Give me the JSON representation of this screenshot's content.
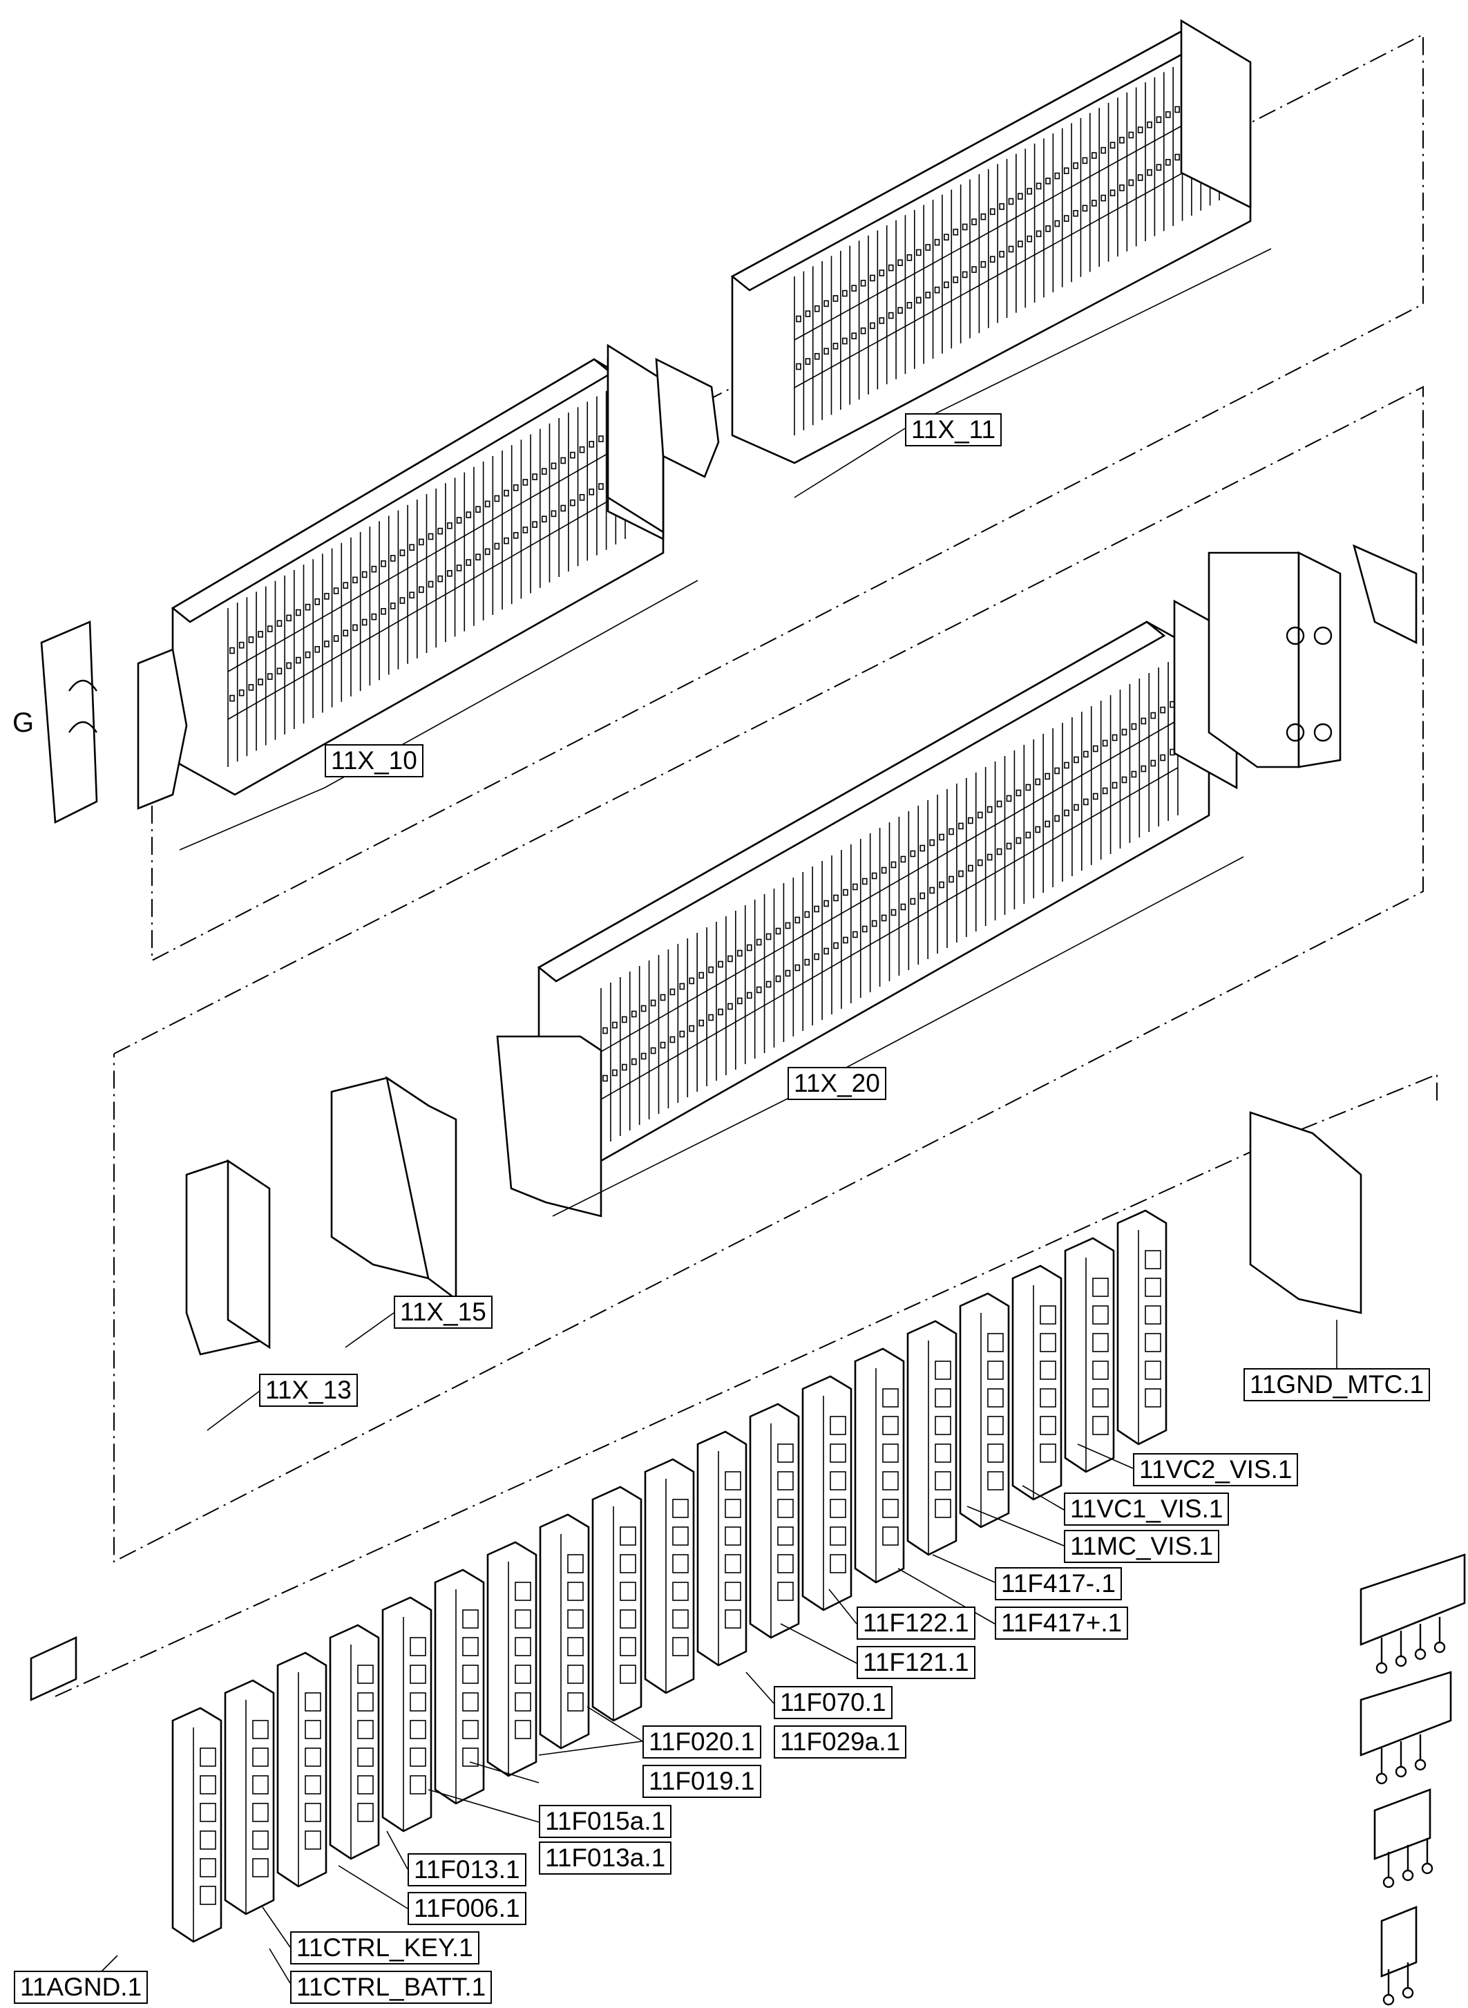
{
  "diagram": {
    "section_letter": "G",
    "labels": {
      "x11": "11X_11",
      "x10": "11X_10",
      "x20": "11X_20",
      "x15": "11X_15",
      "x13": "11X_13",
      "gnd_mtc": "11GND_MTC.1",
      "vc2_vis": "11VC2_VIS.1",
      "vc1_vis": "11VC1_VIS.1",
      "mc_vis": "11MC_VIS.1",
      "f417_minus": "11F417-.1",
      "f417_plus": "11F417+.1",
      "f122": "11F122.1",
      "f121": "11F121.1",
      "f070": "11F070.1",
      "f020": "11F020.1",
      "f029a": "11F029a.1",
      "f019": "11F019.1",
      "f015a": "11F015a.1",
      "f013": "11F013.1",
      "f013a": "11F013a.1",
      "f006": "11F006.1",
      "ctrl_key": "11CTRL_KEY.1",
      "agnd": "11AGND.1",
      "ctrl_batt": "11CTRL_BATT.1"
    }
  }
}
